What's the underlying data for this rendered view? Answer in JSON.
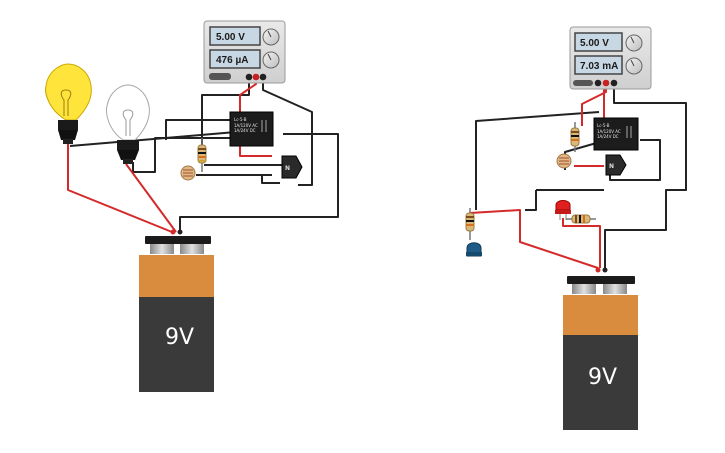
{
  "circuits": [
    {
      "power_supply": {
        "voltage": "5.00 V",
        "current": "476 µA"
      },
      "relay": {
        "model": "Lc-5-B",
        "rating1": "1A/120V AC",
        "rating2": "1A/24V DC"
      },
      "transistor": {
        "label": "N"
      },
      "battery": {
        "label": "9V"
      },
      "bulbs": [
        {
          "state": "on"
        },
        {
          "state": "off"
        }
      ]
    },
    {
      "power_supply": {
        "voltage": "5.00 V",
        "current": "7.03 mA"
      },
      "relay": {
        "model": "Lc-5-B",
        "rating1": "1A/120V AC",
        "rating2": "1A/24V DC"
      },
      "transistor": {
        "label": "N"
      },
      "battery": {
        "label": "9V"
      },
      "leds": [
        {
          "color": "red"
        },
        {
          "color": "blue"
        }
      ]
    }
  ],
  "colors": {
    "wire_red": "#d42a2a",
    "wire_black": "#222222",
    "bulb_on": "#ffe53b",
    "battery_top": "#d98c3e",
    "battery_body": "#3a3a3a"
  }
}
